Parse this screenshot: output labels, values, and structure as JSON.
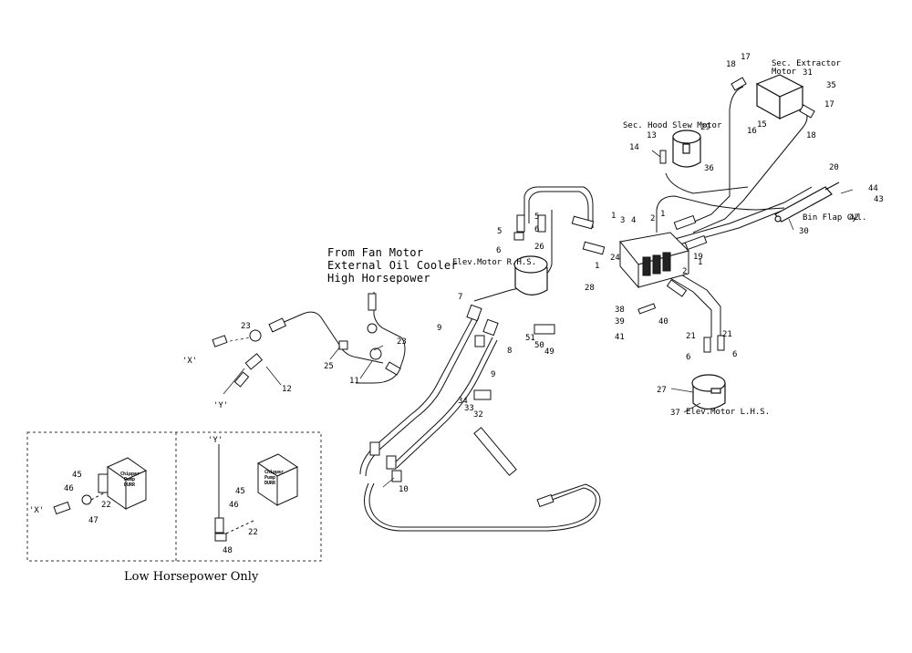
{
  "titles": {
    "fan_motor_note": [
      "From Fan Motor",
      "External Oil Cooler",
      "High Horsepower"
    ],
    "low_hp_caption": "Low Horsepower Only"
  },
  "component_labels": {
    "sec_extractor_motor": [
      "Sec. Extractor",
      "Motor"
    ],
    "sec_hood_slew_motor": "Sec. Hood Slew Motor",
    "elev_motor_rhs": "Elev.Motor R.H.S.",
    "elev_motor_lhs": "Elev.Motor L.H.S.",
    "bin_flap_cyl": "Bin Flap Cyl.",
    "chipper_pump": [
      "Chipper",
      "Pump",
      "DURR"
    ],
    "chipper_pump_2": [
      "Chipper",
      "Pump",
      "DURR"
    ]
  },
  "port_labels": {
    "x_main": "'X'",
    "y_main": "'Y'",
    "x_inset": "'X'",
    "y_inset": "'Y'"
  },
  "part_numbers": {
    "p18a": "18",
    "p17a": "17",
    "p31": "31",
    "p35": "35",
    "p17b": "17",
    "p18b": "18",
    "p16": "16",
    "p15": "15",
    "p29": "29",
    "p13": "13",
    "p14": "14",
    "p36": "36",
    "p20": "20",
    "p44": "44",
    "p43": "43",
    "p42": "42",
    "p30": "30",
    "p1a": "1",
    "p3": "3",
    "p4": "4",
    "p2a": "2",
    "p1b": "1",
    "p5a": "5",
    "p5b": "5",
    "p6a": "6",
    "p6b": "6",
    "p26": "26",
    "p24": "24",
    "p1c": "1",
    "p19": "19",
    "p2b": "2",
    "p1d": "1",
    "p28": "28",
    "p7": "7",
    "p9a": "9",
    "p8": "8",
    "p9b": "9",
    "p51": "51",
    "p50": "50",
    "p49": "49",
    "p38": "38",
    "p39": "39",
    "p40": "40",
    "p41": "41",
    "p21a": "21",
    "p21b": "21",
    "p6c": "6",
    "p6d": "6",
    "p27": "27",
    "p37": "37",
    "p34": "34",
    "p33": "33",
    "p32": "32",
    "p10": "10",
    "p23a": "23",
    "p23b": "23",
    "p25": "25",
    "p12": "12",
    "p11": "11",
    "p45a": "45",
    "p46a": "46",
    "p22a": "22",
    "p47": "47",
    "p45b": "45",
    "p46b": "46",
    "p22b": "22",
    "p48": "48"
  }
}
